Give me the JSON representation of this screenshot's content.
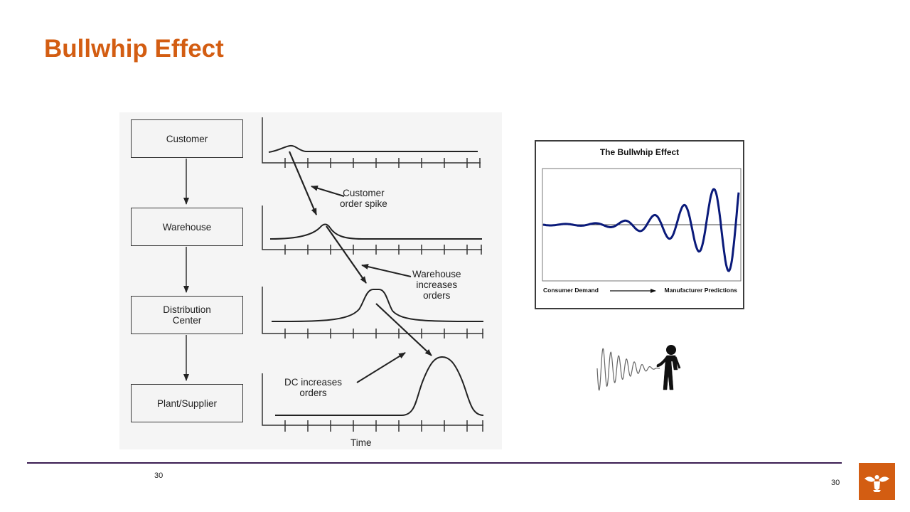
{
  "slide": {
    "title": "Bullwhip Effect",
    "page_number_left": "30",
    "page_number_right": "30"
  },
  "diagram": {
    "stages": [
      "Customer",
      "Warehouse",
      "Distribution\nCenter",
      "Plant/Supplier"
    ],
    "annotations": {
      "customer_spike": "Customer\norder spike",
      "warehouse_orders": "Warehouse\nincreases\norders",
      "dc_orders": "DC increases\norders"
    },
    "x_axis_label": "Time"
  },
  "inset_chart": {
    "title": "The Bullwhip Effect",
    "left_label": "Consumer Demand",
    "right_label": "Manufacturer Predictions",
    "line_color": "#0a1a7a"
  },
  "colors": {
    "accent": "#d35d12",
    "footer_line": "#3b1d52"
  },
  "icons": [
    "bullwhip-figure-icon",
    "university-logo-icon"
  ]
}
